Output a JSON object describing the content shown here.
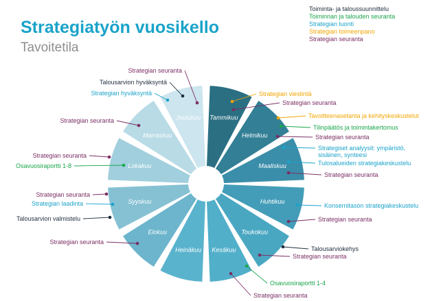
{
  "title": "Strategiatyön vuosikello",
  "subtitle": "Tavoitetila",
  "colors": {
    "black": "#1f2d3d",
    "green": "#1aa64a",
    "cyan": "#1aa3c9",
    "orange": "#f0a500",
    "purple": "#7a2e63"
  },
  "legend": [
    {
      "text": "Toiminta- ja taloussuunnittelu",
      "color": "black"
    },
    {
      "text": "Toiminnan ja talouden seuranta",
      "color": "green"
    },
    {
      "text": "Strategian luonti",
      "color": "cyan"
    },
    {
      "text": "Strategian toimeenpano",
      "color": "orange"
    },
    {
      "text": "Strategian seuranta",
      "color": "purple"
    }
  ],
  "months": [
    {
      "name": "Tammikuu",
      "fill": "#2b6f83"
    },
    {
      "name": "Helmikuu",
      "fill": "#337f96"
    },
    {
      "name": "Maaliskuu",
      "fill": "#3b8ea9"
    },
    {
      "name": "Huhtikuu",
      "fill": "#449db8"
    },
    {
      "name": "Toukokuu",
      "fill": "#4aa7c2"
    },
    {
      "name": "Kesäkuu",
      "fill": "#52afca"
    },
    {
      "name": "Heinäkuu",
      "fill": "#5ab3cd"
    },
    {
      "name": "Elokuu",
      "fill": "#6cb5cc"
    },
    {
      "name": "Syyskuu",
      "fill": "#86c1d3"
    },
    {
      "name": "Lokakuu",
      "fill": "#a1cfdd"
    },
    {
      "name": "Marraskuu",
      "fill": "#b8dbe6"
    },
    {
      "name": "Joulukuu",
      "fill": "#cce5ee"
    }
  ],
  "events": [
    {
      "text": "Strategian seuranta",
      "color": "purple"
    },
    {
      "text": "Talousarvion hyväksyntä",
      "color": "black"
    },
    {
      "text": "Strategian hyväksyntä",
      "color": "cyan"
    },
    {
      "text": "Strategian seuranta",
      "color": "purple"
    },
    {
      "text": "Strategian seuranta",
      "color": "purple"
    },
    {
      "text": "Osavuosiraportti 1-8",
      "color": "green"
    },
    {
      "text": "Strategian seuranta",
      "color": "purple"
    },
    {
      "text": "Strategian laadinta",
      "color": "cyan"
    },
    {
      "text": "Talousarvion valmistelu",
      "color": "black"
    },
    {
      "text": "Strategian seuranta",
      "color": "purple"
    },
    {
      "text": "Strategian viestintä",
      "color": "orange"
    },
    {
      "text": "Strategian seuranta",
      "color": "purple"
    },
    {
      "text": "Tavoitteenasetanta ja kehityskeskustelut",
      "color": "orange"
    },
    {
      "text": "Tilinpäätös ja toimintakertomus",
      "color": "green"
    },
    {
      "text": "Strategian seuranta",
      "color": "purple"
    },
    {
      "text": "Strategiset analyysit: ympäristö,",
      "color": "cyan"
    },
    {
      "text": "sisäinen, synteesi",
      "color": "cyan"
    },
    {
      "text": "Tulosalueiden strategiakeskustelu",
      "color": "cyan"
    },
    {
      "text": "Strategian seuranta",
      "color": "purple"
    },
    {
      "text": "Konsernitason strategiakeskustelu",
      "color": "cyan"
    },
    {
      "text": "Strategian seuranta",
      "color": "purple"
    },
    {
      "text": "Talousarviokehys",
      "color": "black"
    },
    {
      "text": "Strategian seuranta",
      "color": "purple"
    },
    {
      "text": "Osavuosiraportti 1-4",
      "color": "green"
    },
    {
      "text": "Strategian seuranta",
      "color": "purple"
    }
  ]
}
